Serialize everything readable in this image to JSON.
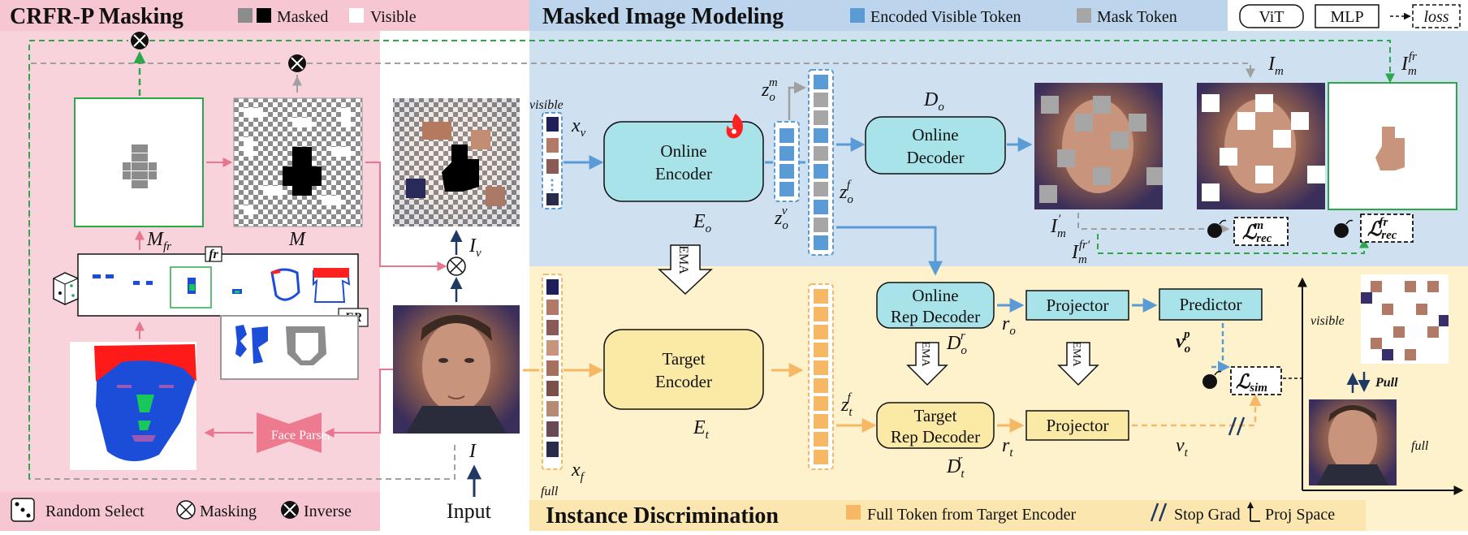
{
  "sections": {
    "masking_title": "CRFR-P Masking",
    "mim_title": "Masked Image Modeling",
    "id_title": "Instance Discrimination"
  },
  "legend_top": {
    "masked": "Masked",
    "visible": "Visible",
    "encoded_visible_token": "Encoded Visible Token",
    "mask_token": "Mask Token",
    "vit": "ViT",
    "mlp": "MLP",
    "loss": "loss"
  },
  "legend_bottom": {
    "random_select": "Random Select",
    "masking": "Masking",
    "inverse": "Inverse",
    "full_token": "Full Token from Target Encoder",
    "stop_grad": "Stop Grad",
    "proj_space": "Proj Space"
  },
  "boxes": {
    "online_encoder": [
      "Online",
      "Encoder"
    ],
    "online_decoder": [
      "Online",
      "Decoder"
    ],
    "target_encoder": [
      "Target",
      "Encoder"
    ],
    "online_rep_decoder": [
      "Online",
      "Rep Decoder"
    ],
    "target_rep_decoder": [
      "Target",
      "Rep Decoder"
    ],
    "projector_online": "Projector",
    "projector_target": "Projector",
    "predictor": "Predictor",
    "face_parser": "Face Parser",
    "ema": "EMA"
  },
  "labels": {
    "visible": "visible",
    "full": "full",
    "input": "Input",
    "fr": "fr",
    "FR": "FR",
    "pull": "Pull",
    "x_v": "x",
    "x_v_sub": "v",
    "x_f": "x",
    "x_f_sub": "f",
    "E_o": "E",
    "E_o_sub": "o",
    "E_t": "E",
    "E_t_sub": "t",
    "D_o": "D",
    "D_o_sub": "o",
    "D_o_r": "D",
    "D_o_r_sub": "o",
    "D_o_r_sup": "r",
    "D_t_r": "D",
    "D_t_r_sub": "t",
    "D_t_r_sup": "r",
    "z_o_m": "z",
    "z_o_m_sub": "o",
    "z_o_m_sup": "m",
    "z_o_v": "z",
    "z_o_v_sub": "o",
    "z_o_v_sup": "v",
    "z_o_f": "z",
    "z_o_f_sub": "o",
    "z_o_f_sup": "f",
    "z_t_f": "z",
    "z_t_f_sub": "t",
    "z_t_f_sup": "f",
    "r_o": "r",
    "r_o_sub": "o",
    "r_t": "r",
    "r_t_sub": "t",
    "v_o_p": "v",
    "v_o_p_sub": "o",
    "v_o_p_sup": "p",
    "v_t": "v",
    "v_t_sub": "t",
    "I": "I",
    "I_v": "I",
    "I_v_sub": "v",
    "I_m": "I",
    "I_m_sub": "m",
    "I_m_fr": "I",
    "I_m_fr_sub": "m",
    "I_m_fr_sup": "fr",
    "I_m_prime": "I",
    "I_m_prime_sub": "m",
    "I_m_prime_sup": "′",
    "I_m_fr_prime": "I",
    "I_m_fr_prime_sub": "m",
    "I_m_fr_prime_sup": "fr′",
    "M": "M",
    "M_fr": "M",
    "M_fr_sub": "fr",
    "L_rec_m": "ℒ",
    "L_rec_m_sub": "rec",
    "L_rec_m_sup": "m",
    "L_rec_fr": "ℒ",
    "L_rec_fr_sub": "rec",
    "L_rec_fr_sup": "fr",
    "L_sim": "ℒ",
    "L_sim_sub": "sim"
  },
  "colors": {
    "pink_bg": "#f8d3dc",
    "blue_bg": "#cfe0f1",
    "yellow_bg": "#fdf2cc",
    "vit_blue": "#a8e3ea",
    "vit_yellow": "#fbeaa5",
    "token_blue": "#5b9bd5",
    "token_gray": "#a6a6a6",
    "token_orange": "#f7b866",
    "pink_arrow": "#e8768e",
    "green_dash": "#2aa84a"
  },
  "icons": [
    "dice-icon",
    "masking-icon",
    "inverse-icon",
    "flame-icon",
    "bomb-icon"
  ]
}
